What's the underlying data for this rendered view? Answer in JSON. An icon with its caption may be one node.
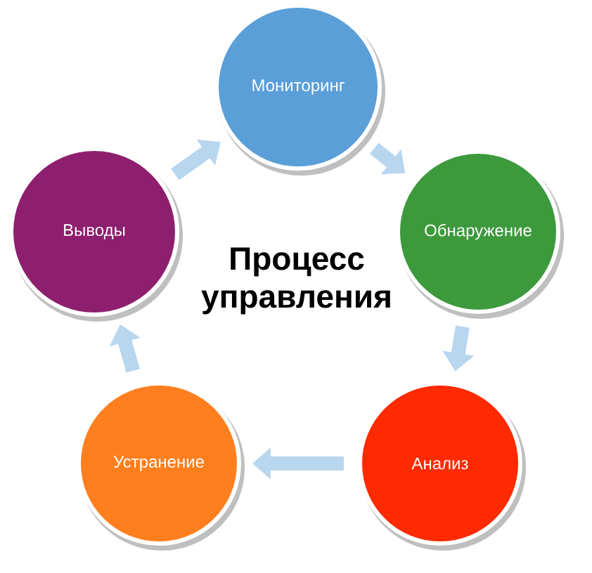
{
  "diagram": {
    "nodes": [
      {
        "text": [
          "Мониторинг"
        ]
      },
      {
        "text": [
          "Обнаружение"
        ]
      },
      {
        "text": [
          "Анализ"
        ]
      },
      {
        "text": [
          "Устранение"
        ]
      },
      {
        "text": [
          "Выводы"
        ]
      }
    ],
    "edges": [
      {
        "from": 0,
        "to": 1,
        "arrow": "to"
      },
      {
        "from": 1,
        "to": 2,
        "arrow": "to"
      },
      {
        "from": 2,
        "to": 3,
        "arrow": "to"
      },
      {
        "from": 3,
        "to": 4,
        "arrow": "to"
      },
      {
        "from": 4,
        "to": 0,
        "arrow": "to"
      }
    ],
    "labels": [
      "Процесс управления"
    ]
  }
}
